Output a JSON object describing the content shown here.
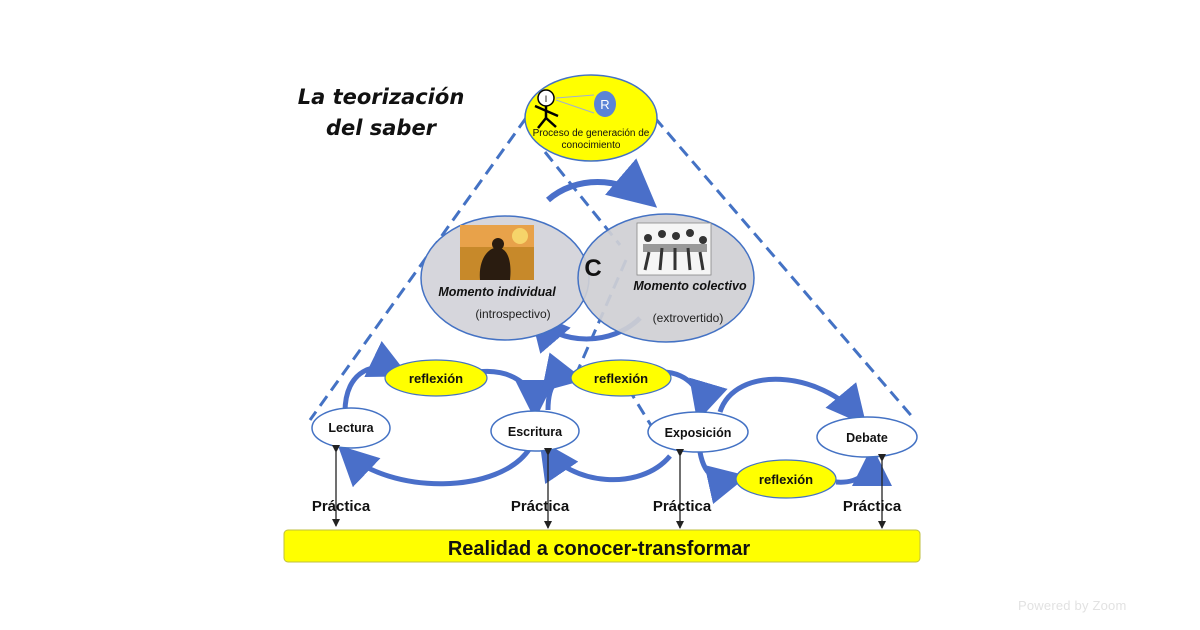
{
  "title": {
    "line1": "La teorización",
    "line2": "del saber"
  },
  "top_node": {
    "r_label": "R",
    "person_label": "I",
    "line1": "Proceso de generación de",
    "line2": "conocimiento"
  },
  "venn": {
    "center_label": "C",
    "individual": {
      "title": "Momento individual",
      "subtitle": "(introspectivo)"
    },
    "colectivo": {
      "title": "Momento colectivo",
      "subtitle": "(extrovertido)"
    }
  },
  "nodes": {
    "lectura": "Lectura",
    "escritura": "Escritura",
    "exposicion": "Exposición",
    "debate": "Debate"
  },
  "reflexion_labels": [
    "reflexión",
    "reflexión",
    "reflexión"
  ],
  "practica_labels": [
    "Práctica",
    "Práctica",
    "Práctica",
    "Práctica"
  ],
  "bottom_bar": "Realidad a conocer-transformar",
  "watermark": "Powered by Zoom",
  "colors": {
    "yellow": "#ffff00",
    "dashed_blue": "#4472c4",
    "arrow_blue": "#4a6fc9",
    "venn_gray": "#d3d3d9",
    "venn_gray_dark": "#bfbfc4"
  }
}
